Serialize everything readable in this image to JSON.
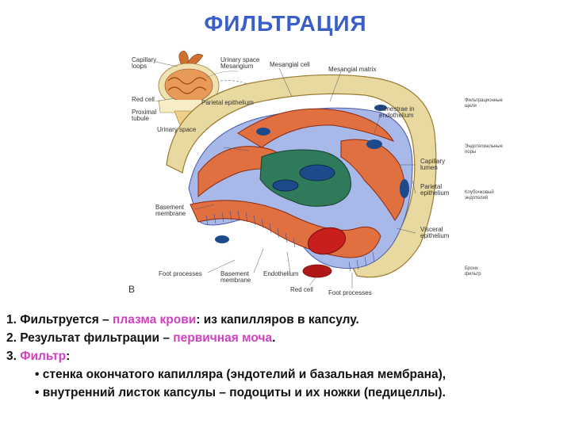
{
  "title": "ФИЛЬТРАЦИЯ",
  "figure": {
    "panel_letter": "B",
    "labels": {
      "capillary_loops": "Capillary\nloops",
      "urinary_space_mesangium": "Urinary space\nMesangium",
      "red_cell_top": "Red cell",
      "proximal_tubule": "Proximal\ntubule",
      "urinary_space_lower": "Urinary space",
      "parietal_epithelium_top": "Parietal epithelium",
      "mesangial_cell": "Mesangial cell",
      "mesangial_matrix": "Mesangial matrix",
      "fenestrae": "Fenestrae in\nendothelium",
      "capillary_lumen": "Capillary\nlumen",
      "parietal_epithelium_right": "Parietal\nepithelium",
      "visceral_epithelium": "Visceral\nepithelium",
      "basement_membrane_left": "Basement\nmembrane",
      "foot_processes_left": "Foot processes",
      "basement_membrane_bottom": "Basement\nmembrane",
      "endothelium": "Endothelium",
      "red_cell_bottom": "Red cell",
      "foot_processes_bottom": "Foot processes",
      "ru_1": "Фильтрационные\nщели",
      "ru_2": "Эндотелиальные\nпоры",
      "ru_3": "Клубочковый\nэндотелий",
      "ru_4": "Бронх\nфильтр"
    }
  },
  "text": {
    "l1_a": "1. Фильтруется – ",
    "l1_b": "плазма крови",
    "l1_c": ": из капилляров в капсулу.",
    "l2_a": "2. Результат фильтрации – ",
    "l2_b": "первичная моча",
    "l2_c": ".",
    "l3_a": "3. ",
    "l3_b": "Фильтр",
    "l3_c": ":",
    "l4": "• стенка окончатого капилляра (эндотелий и базальная мембрана),",
    "l5": "• внутренний листок капсулы – подоциты и их ножки (педицеллы)."
  },
  "colors": {
    "title": "#3a5fc8",
    "highlight": "#d040c0",
    "capsule": "#e8d9a0",
    "capillary": "#e07040",
    "podocyte": "#a8b8e8",
    "mesangium": "#2f7a5a",
    "red_cell": "#c81e1e"
  }
}
